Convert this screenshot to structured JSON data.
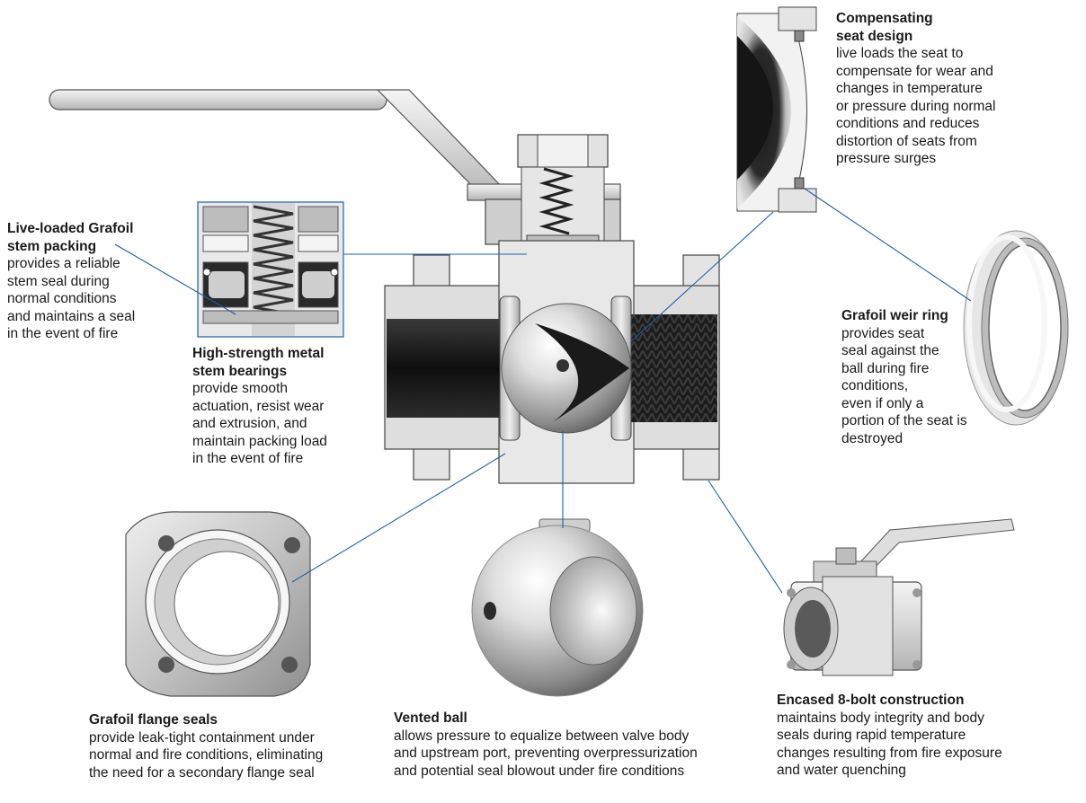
{
  "colors": {
    "leader": "#1f5fa8",
    "steel_light": "#eeeeee",
    "steel_mid": "#c8c8c8",
    "steel_dark": "#8a8a8a",
    "bore": "#141414",
    "outline": "#3a3a3a",
    "text": "#1a1a1a"
  },
  "callouts": {
    "stem_packing": {
      "title": "Live-loaded Grafoil\nstem packing",
      "desc": "provides a reliable\nstem seal during\nnormal conditions\nand maintains a seal\nin the event of fire"
    },
    "stem_bearings": {
      "title": "High-strength metal\nstem bearings",
      "desc": "provide smooth\nactuation, resist wear\nand extrusion, and\nmaintain packing load\nin the event of fire"
    },
    "seat_design": {
      "title": "Compensating\nseat design",
      "desc": "live loads the seat to\ncompensate for wear and\nchanges in temperature\nor pressure during normal\nconditions and reduces\ndistortion of seats from\npressure surges"
    },
    "weir_ring": {
      "title": "Grafoil weir ring",
      "desc": "provides seat\nseal against the\nball during fire\nconditions,\neven if only a\nportion of the seat is\ndestroyed"
    },
    "flange_seals": {
      "title": "Grafoil flange seals",
      "desc": "provide leak-tight containment under\nnormal and fire conditions, eliminating\nthe need for a secondary flange seal"
    },
    "vented_ball": {
      "title": "Vented ball",
      "desc": "allows pressure to equalize between valve body\nand upstream port, preventing overpressurization\nand potential seal blowout under fire conditions"
    },
    "bolt_construction": {
      "title": "Encased 8-bolt construction",
      "desc": "maintains body integrity and body\nseals during rapid temperature\nchanges resulting from fire exposure\nand water quenching"
    }
  },
  "icons": {
    "valve_cutaway": "valve-cutaway-icon",
    "stem_detail": "stem-packing-detail-icon",
    "seat_detail": "seat-detail-icon",
    "weir_ring": "weir-ring-icon",
    "flange_seal": "flange-seal-icon",
    "ball": "vented-ball-icon",
    "assembled_valve": "assembled-valve-icon"
  }
}
